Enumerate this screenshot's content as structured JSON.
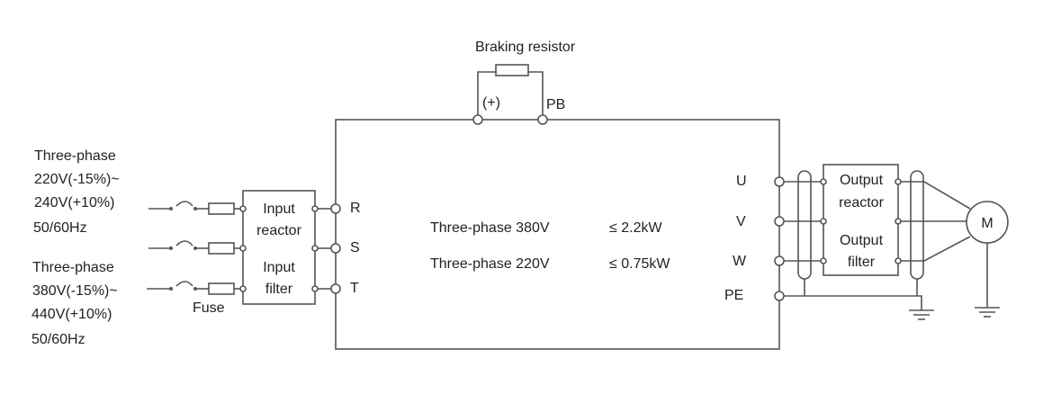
{
  "braking": {
    "label": "Braking resistor",
    "plus": "(+)",
    "pb": "PB"
  },
  "supply": {
    "a": [
      "Three-phase",
      "220V(-15%)~",
      "240V(+10%)",
      "50/60Hz"
    ],
    "b": [
      "Three-phase",
      "380V(-15%)~",
      "440V(+10%)",
      "50/60Hz"
    ]
  },
  "fuse_label": "Fuse",
  "input_box": [
    "Input",
    "reactor",
    "Input",
    "filter"
  ],
  "input_terminals": [
    "R",
    "S",
    "T"
  ],
  "ratings": [
    {
      "phase": "Three-phase 380V",
      "power": "≤ 2.2kW"
    },
    {
      "phase": "Three-phase 220V",
      "power": "≤ 0.75kW"
    }
  ],
  "output_terminals": [
    "U",
    "V",
    "W",
    "PE"
  ],
  "output_box": [
    "Output",
    "reactor",
    "Output",
    "filter"
  ],
  "motor": "M"
}
